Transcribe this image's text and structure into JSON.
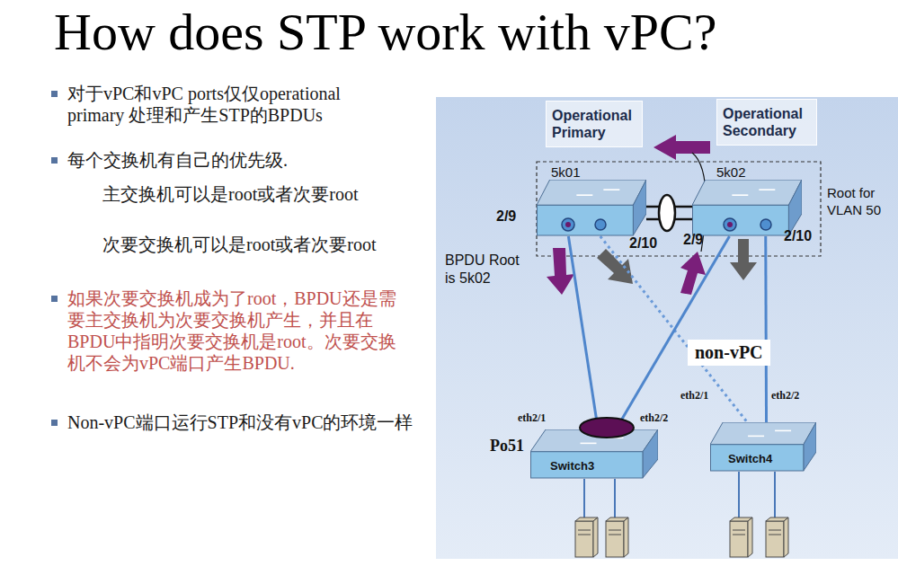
{
  "diagram": {
    "title": "How does STP work with vPC?",
    "nodes": [
      {
        "text": [
          "Operational Primary"
        ]
      },
      {
        "text": [
          "Operational Secondary"
        ]
      },
      {
        "text": [
          "5k01"
        ]
      },
      {
        "text": [
          "5k02"
        ]
      },
      {
        "text": [
          "Switch3"
        ]
      },
      {
        "text": [
          "Switch4"
        ]
      }
    ],
    "edges": [
      {
        "from": 2,
        "to": 3,
        "arrow": "none"
      },
      {
        "from": 2,
        "to": 4,
        "arrow": "none"
      },
      {
        "from": 2,
        "to": 5,
        "arrow": "none"
      },
      {
        "from": 3,
        "to": 4,
        "arrow": "none"
      },
      {
        "from": 3,
        "to": 5,
        "arrow": "none"
      }
    ],
    "labels": [
      "对于vPC和vPC ports仅仅operational primary 处理和产生STP的BPDUs",
      "每个交换机有自己的优先级.",
      "主交换机可以是root或者次要root",
      "次要交换机可以是root或者次要root",
      "如果次要交换机成为了root，BPDU还是需要主交换机为次要交换机产生，并且在BPDU中指明次要交换机是root。次要交换机不会为vPC端口产生BPDU.",
      "Non-vPC端口运行STP和没有vPC的环境一样",
      "2/9",
      "2/10",
      "2/9",
      "2/10",
      "Root for VLAN 50",
      "BPDU Root is 5k02",
      "non-vPC",
      "eth2/1",
      "eth2/2",
      "eth2/1",
      "eth2/2",
      "Po51"
    ]
  }
}
